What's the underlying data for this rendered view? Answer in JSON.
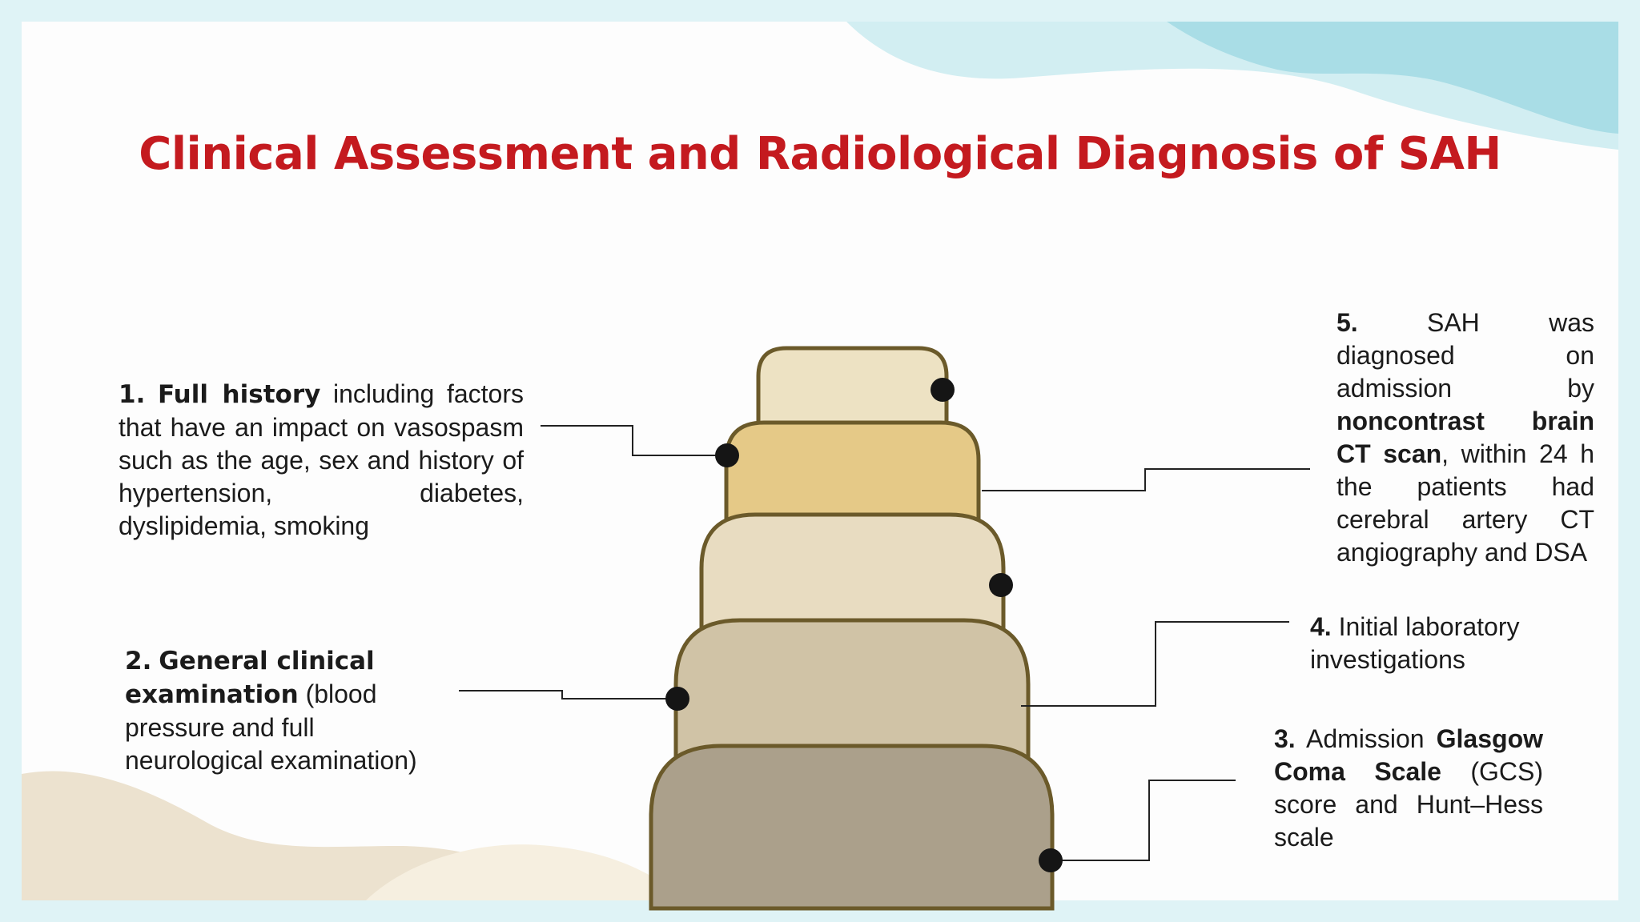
{
  "title": "Clinical Assessment and Radiological Diagnosis of SAH",
  "colors": {
    "title": "#c41a1f",
    "slide_background": "#fdfdfd",
    "frame": "#dff3f6",
    "tier_outline": "#6b5a2a",
    "tiers": [
      "#ede2c3",
      "#e5c987",
      "#e8dcc1",
      "#d0c3a6",
      "#aba08b"
    ],
    "connector_dot": "#151515"
  },
  "items": [
    {
      "number": "1.",
      "bold": "Full history",
      "text": " including factors that have an impact on vasospasm such as the age, sex and history of hypertension, diabetes, dyslipidemia, smoking"
    },
    {
      "number": "2.",
      "bold": "General clinical examination",
      "text": " (blood pressure and full neurological examination)"
    },
    {
      "number": "3.",
      "pre": " Admission ",
      "bold": "Glasgow Coma Scale",
      "text": " (GCS) score and Hunt–Hess scale"
    },
    {
      "number": "4.",
      "text": " Initial laboratory investigations"
    },
    {
      "number": "5.",
      "text": " SAH was diagnosed on admission by ",
      "bold": "noncontrast brain CT scan",
      "text2": ", within 24 h the patients had cerebral artery CT angiography and DSA"
    }
  ]
}
